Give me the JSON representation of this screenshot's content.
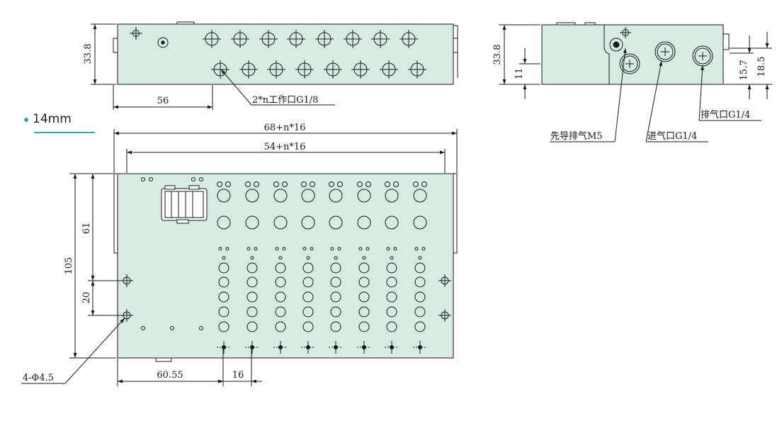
{
  "colors": {
    "body_fill": "#d8ebe2",
    "line": "#1a1a1a",
    "accent": "#29a8c9"
  },
  "badge": {
    "label": "14mm"
  },
  "front_view": {
    "dim_height": "33.8",
    "dim_width_offset": "56",
    "callout_work_ports": "2*n工作口G1/8"
  },
  "side_view": {
    "dim_height": "33.8",
    "dim_lower": "11",
    "dim_port_low": "15.7",
    "dim_port_high": "18.5",
    "callout_exhaust": "排气口G1/4",
    "callout_pilot_exhaust": "先导排气M5",
    "callout_inlet": "进气口G1/4"
  },
  "top_view": {
    "dim_overall": "68+n*16",
    "dim_inner": "54+n*16",
    "dim_height": "105",
    "dim_upper": "61",
    "dim_hole_pitch": "20",
    "dim_first_station": "60.55",
    "dim_pitch": "16",
    "callout_mount_holes": "4-Φ4.5"
  }
}
